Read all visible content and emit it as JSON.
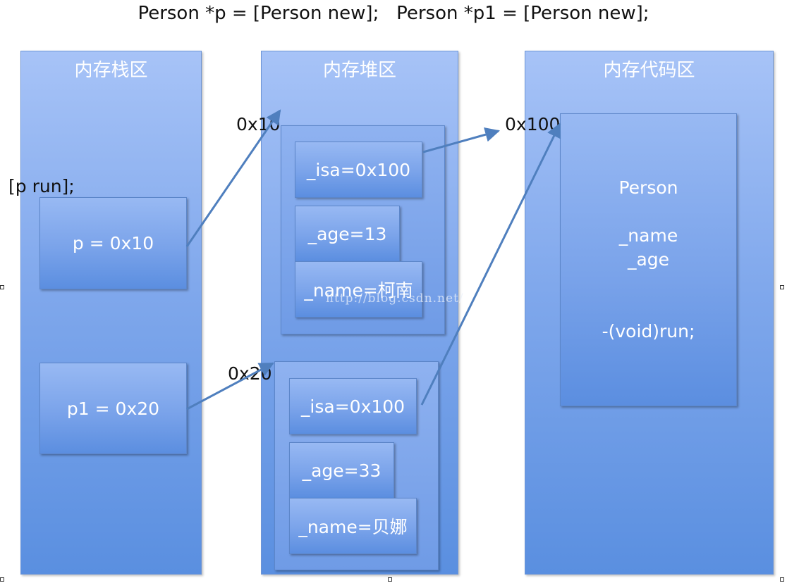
{
  "title": "Person *p = [Person new];   Person *p1 = [Person new];",
  "message_call": "[p run];",
  "columns": {
    "stack": {
      "title": "内存栈区"
    },
    "heap": {
      "title": "内存堆区"
    },
    "code": {
      "title": "内存代码区"
    }
  },
  "stack_vars": [
    {
      "label": "p = 0x10"
    },
    {
      "label": "p1 = 0x20"
    }
  ],
  "addresses": {
    "obj1": "0x10",
    "obj2": "0x20",
    "class": "0x100"
  },
  "heap_objects": [
    {
      "isa": "_isa=0x100",
      "age": "_age=13",
      "name": "_name=柯南"
    },
    {
      "isa": "_isa=0x100",
      "age": "_age=33",
      "name": "_name=贝娜"
    }
  ],
  "class_box": {
    "name": "Person",
    "fields": [
      "_name",
      "_age"
    ],
    "method": "-(void)run;"
  },
  "watermark": "http://blog.csdn.net/",
  "colors": {
    "column_fill": "#80a8ec",
    "arrow": "#4f7fbe",
    "text_on_blue": "#ffffff"
  }
}
